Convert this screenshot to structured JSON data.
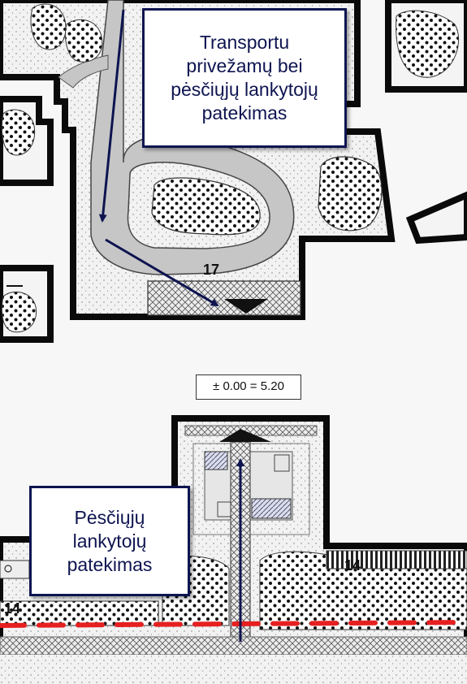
{
  "callouts": {
    "vehicle_entry": {
      "lines": [
        "Transportu",
        "privežamų bei",
        "pėsčiųjų lankytojų",
        "patekimas"
      ]
    },
    "pedestrian_entry": {
      "lines": [
        "Pėsčiųjų",
        "lankytojų",
        "patekimas"
      ]
    }
  },
  "labels": {
    "building_17": "17",
    "building_14_right": "14",
    "building_14_left": "14",
    "elevation": "± 0.00 = 5.20"
  },
  "colors": {
    "arrow": "#0e1450",
    "wall": "#0a0a0a",
    "road": "#c8c8c8",
    "boundary_dash": "#e62020"
  },
  "icons": [
    "entrance-triangle-icon",
    "north-arrow-icon"
  ]
}
